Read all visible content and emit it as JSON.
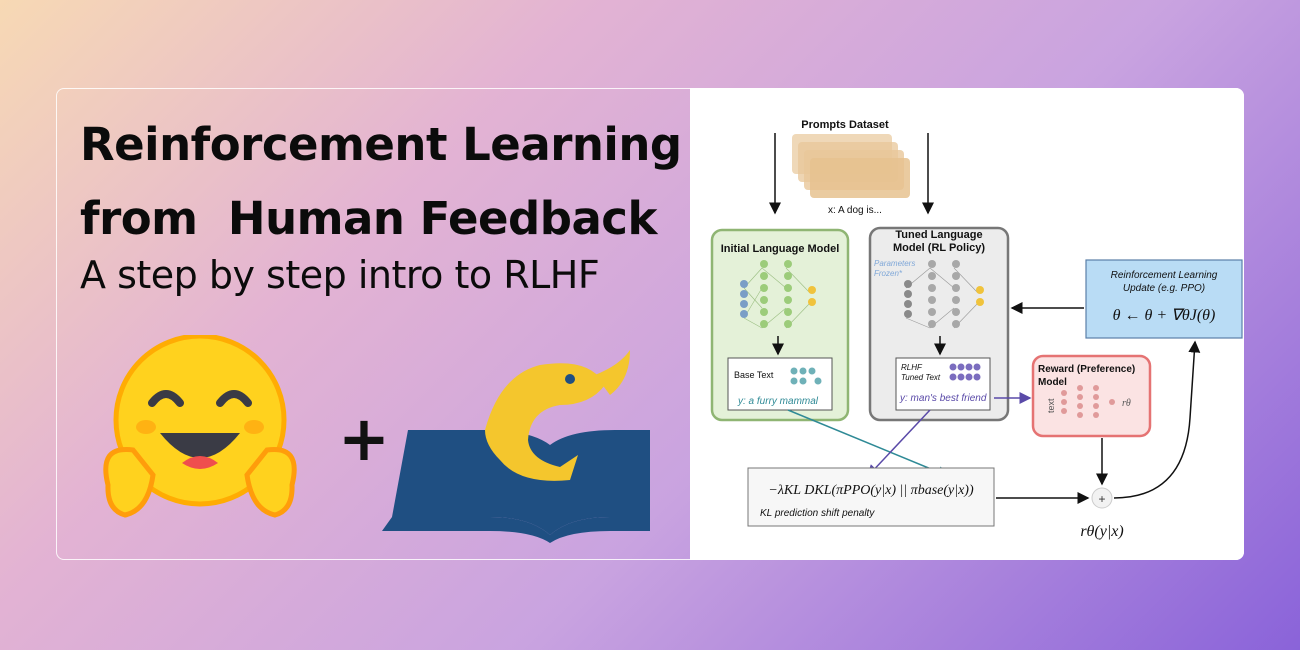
{
  "headline": {
    "line1": "Reinforcement Learning",
    "line2": "from  Human Feedback",
    "subtitle": "A step by step intro to RLHF"
  },
  "logos": {
    "left_icon": "hugging-face-emoji",
    "plus": "+",
    "right_icon": "fish-on-open-book"
  },
  "diagram": {
    "prompts_dataset": "Prompts Dataset",
    "prompt_example": "x: A dog is...",
    "initial_lm": "Initial Language Model",
    "tuned_lm_line1": "Tuned Language",
    "tuned_lm_line2": "Model (RL Policy)",
    "params_frozen_line1": "Parameters",
    "params_frozen_line2": "Frozen*",
    "base_text": "Base Text",
    "base_output": "y: a furry mammal",
    "rlhf_line1": "RLHF",
    "rlhf_line2": "Tuned Text",
    "tuned_output": "y: man's best friend",
    "rl_update_line1": "Reinforcement Learning",
    "rl_update_line2": "Update (e.g. PPO)",
    "rl_formula": "θ ← θ + ∇θJ(θ)",
    "reward_line1": "Reward (Preference)",
    "reward_line2": "Model",
    "reward_input": "text",
    "reward_output": "rθ",
    "kl_formula": "−λKL DKL(πPPO(y|x) || πbase(y|x))",
    "kl_caption": "KL prediction shift penalty",
    "sum_symbol": "+",
    "reward_formula": "rθ(y|x)"
  },
  "colors": {
    "green_box": "#e4f1d8",
    "gray_box": "#ececec",
    "blue_box": "#b9dcf5",
    "red_box": "#fbe3e3",
    "accent_purple": "#5a4aa8",
    "accent_teal": "#2f8a96"
  }
}
